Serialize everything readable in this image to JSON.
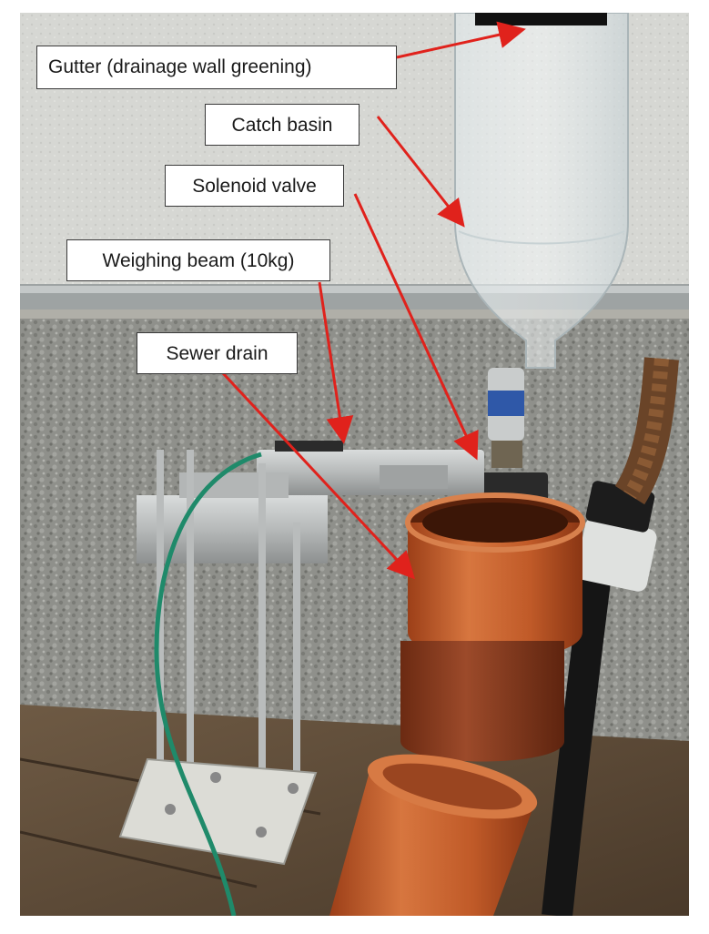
{
  "image": {
    "description_labels": {
      "gutter": "Gutter (drainage wall greening)",
      "catch_basin": "Catch basin",
      "solenoid_valve": "Solenoid valve",
      "weighing_beam": "Weighing beam (10kg)",
      "sewer_drain": "Sewer drain"
    },
    "colors": {
      "arrow": "#e0221c",
      "label_border": "#3a3a3a",
      "pipe_orange": "#c8602e",
      "wall_gray": "#a8a9a4"
    }
  }
}
